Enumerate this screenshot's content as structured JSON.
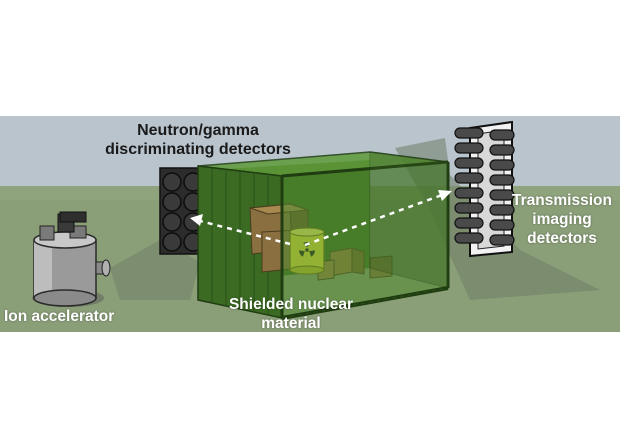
{
  "labels": {
    "neutron_gamma_line1": "Neutron/gamma",
    "neutron_gamma_line2": "discriminating detectors",
    "transmission_line1": "Transmission",
    "transmission_line2": "imaging",
    "transmission_line3": "detectors",
    "ion_accelerator": "Ion accelerator",
    "shielded_line1": "Shielded nuclear",
    "shielded_line2": "material"
  },
  "colors": {
    "sky": "#b9c4cd",
    "ground": "#8a9e78",
    "container_green": "#4f8a2e",
    "barrel_yellow": "#e8e23a",
    "beam": "#ffffff"
  },
  "icons": {
    "hazard": "radiation-trefoil"
  }
}
